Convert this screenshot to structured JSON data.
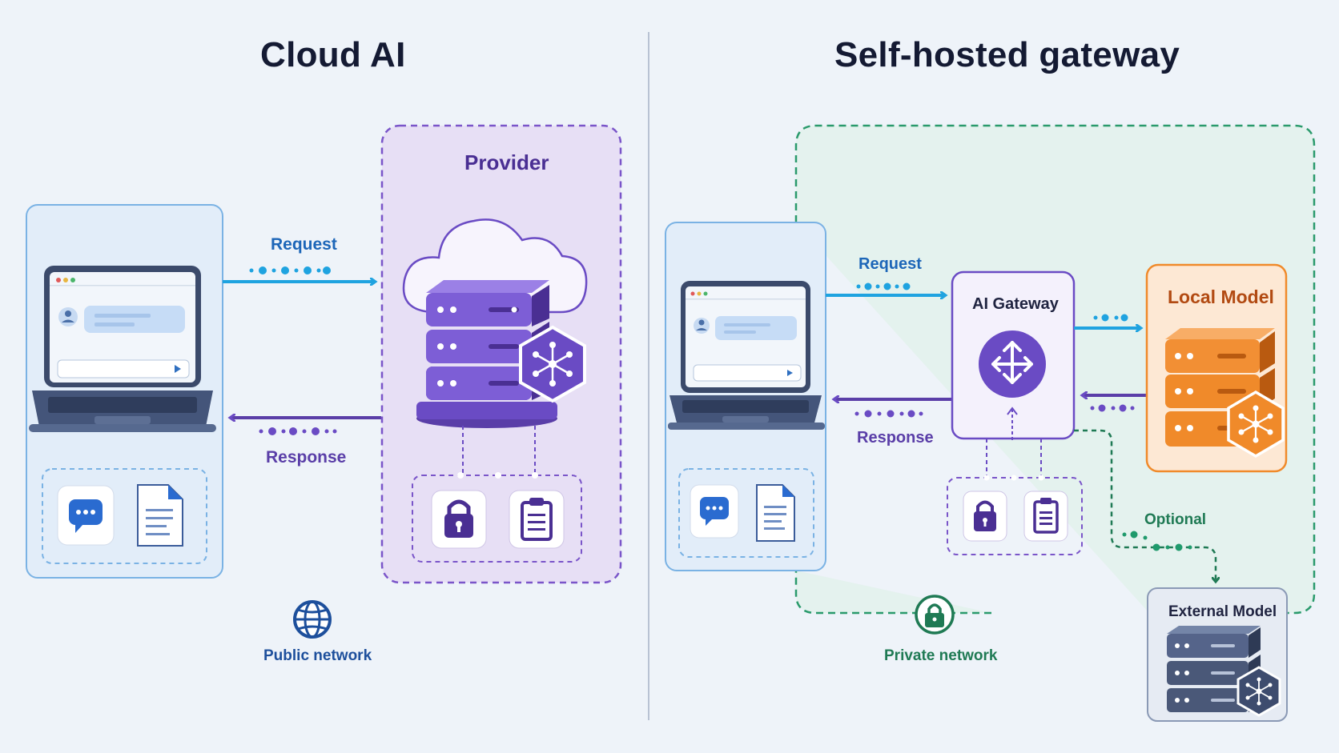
{
  "left": {
    "title": "Cloud AI",
    "request_label": "Request",
    "response_label": "Response",
    "provider_label": "Provider",
    "network_label": "Public network"
  },
  "right": {
    "title": "Self-hosted gateway",
    "request_label": "Request",
    "response_label": "Response",
    "gateway_label": "AI Gateway",
    "local_model_label": "Local Model",
    "external_model_label": "External Model",
    "optional_label": "Optional",
    "network_label": "Private network"
  },
  "colors": {
    "request": "#1fa3e0",
    "response": "#5a3ea8",
    "provider": "#7a55c9",
    "private_network": "#2a9a6c",
    "local_model": "#f08a2a"
  }
}
